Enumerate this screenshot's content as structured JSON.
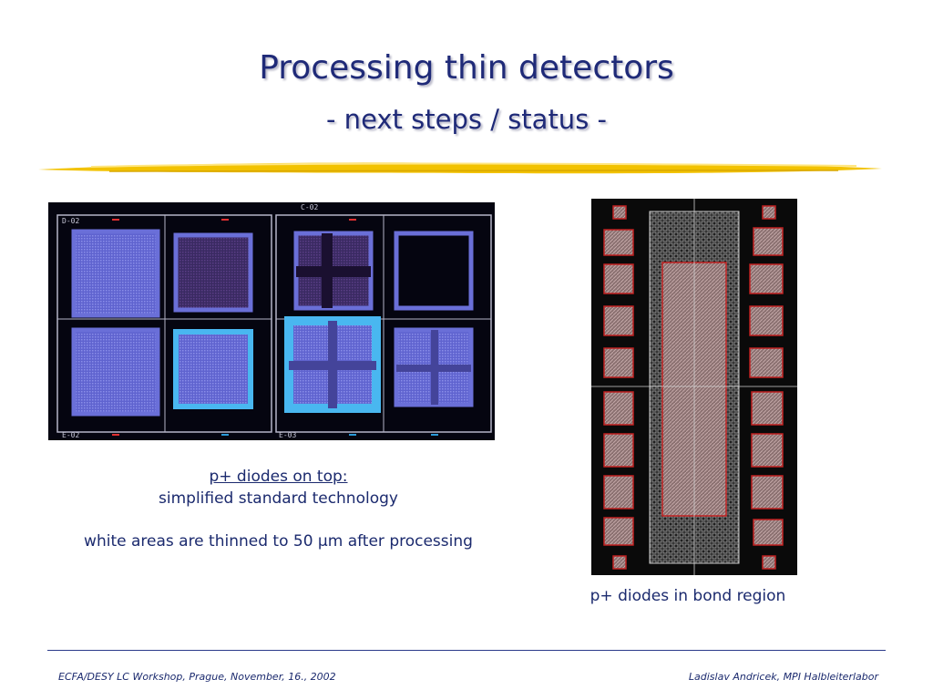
{
  "slide": {
    "title": "Processing thin detectors",
    "subtitle": "- next steps / status -"
  },
  "left_figure": {
    "labels": [
      "C-02",
      "D-02",
      "E-02",
      "E-03"
    ]
  },
  "captions": {
    "heading": "p+ diodes on top:",
    "line1": "simplified standard technology",
    "line2": "white areas are thinned to 50 µm after processing",
    "right": "p+ diodes in bond region"
  },
  "footer": {
    "left": "ECFA/DESY LC Workshop, Prague, November, 16., 2002",
    "right": "Ladislav Andricek, MPI Halbleiterlabor"
  },
  "colors": {
    "title": "#1f2a78",
    "accent_stroke": "#f2c200",
    "diode_fill": "#6a6fd8",
    "diode_highlight": "#49b7f0",
    "diode_dark": "#4a2a6a"
  }
}
